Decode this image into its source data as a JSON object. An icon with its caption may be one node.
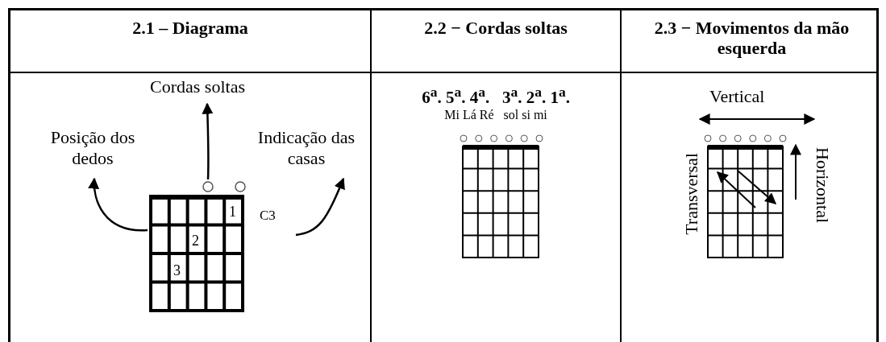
{
  "diagram": {
    "nodes": [
      {
        "text": [
          "Posição dos dedos"
        ]
      },
      {
        "text": [
          "Cordas soltas"
        ]
      },
      {
        "text": [
          "Indicação das casas"
        ]
      },
      {
        "text": [],
        "shape": "box"
      },
      {
        "text": [],
        "shape": "circle"
      },
      {
        "text": [],
        "shape": "circle"
      }
    ],
    "edges": [
      {
        "from": 3,
        "to": 0,
        "arrow": "to"
      },
      {
        "from": 4,
        "to": 1,
        "arrow": "to"
      },
      {
        "from": null,
        "to": 2,
        "arrow": "to"
      }
    ],
    "labels": [
      "2.1 – Diagrama",
      "2.2 − Cordas soltas",
      "2.3 − Movimentos da mão esquerda",
      "1",
      "2",
      "3",
      "C3",
      "6$^{a}$. 5$^{a}$. 4$^{a}$.   3$^{a}$. 2$^{a}$. 1$^{a}$.",
      "Mi Lá Ré   sol si mi",
      "Vertical",
      "Transversal",
      "Horizontal"
    ]
  }
}
